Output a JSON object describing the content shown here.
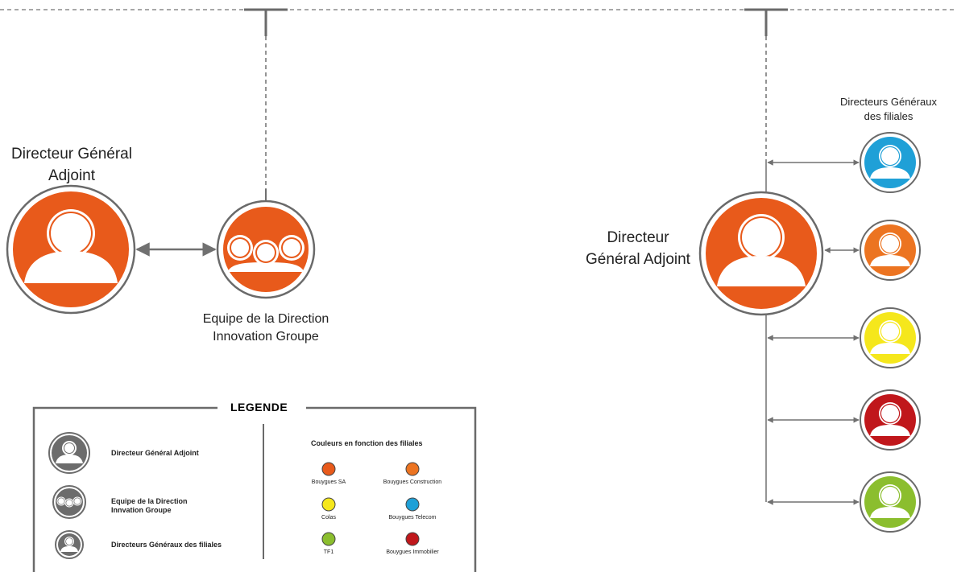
{
  "left": {
    "dga_label_line1": "Directeur Général",
    "dga_label_line2": "Adjoint",
    "team_label_line1": "Equipe de la Direction",
    "team_label_line2": "Innovation Groupe"
  },
  "right": {
    "dga_label_line1": "Directeur",
    "dga_label_line2": "Général Adjoint",
    "subs_label_line1": "Directeurs Généraux",
    "subs_label_line2": "des filiales"
  },
  "legend": {
    "title": "LEGENDE",
    "item_dga": "Directeur Général Adjoint",
    "item_team_line1": "Equipe de la Direction",
    "item_team_line2": "Innvation Groupe",
    "item_subs": "Directeurs Généraux des filiales",
    "colors_title": "Couleurs en fonction des filiales",
    "swatches": [
      {
        "name": "Bouygues SA",
        "color": "#e85a1b"
      },
      {
        "name": "Bouygues Construction",
        "color": "#ec7421"
      },
      {
        "name": "Colas",
        "color": "#f5e71c"
      },
      {
        "name": "Bouygues Telecom",
        "color": "#1fa0d7"
      },
      {
        "name": "TF1",
        "color": "#8bbe2e"
      },
      {
        "name": "Bouygues Immobilier",
        "color": "#c0171b"
      }
    ]
  },
  "colors": {
    "orange": "#e85a1b",
    "ring": "#6a6a6a",
    "line": "#707070",
    "legend_grey": "#6c6c6c"
  },
  "subsidiary_colors": [
    "#1fa0d7",
    "#ec7421",
    "#f5e71c",
    "#c0171b",
    "#8bbe2e"
  ]
}
